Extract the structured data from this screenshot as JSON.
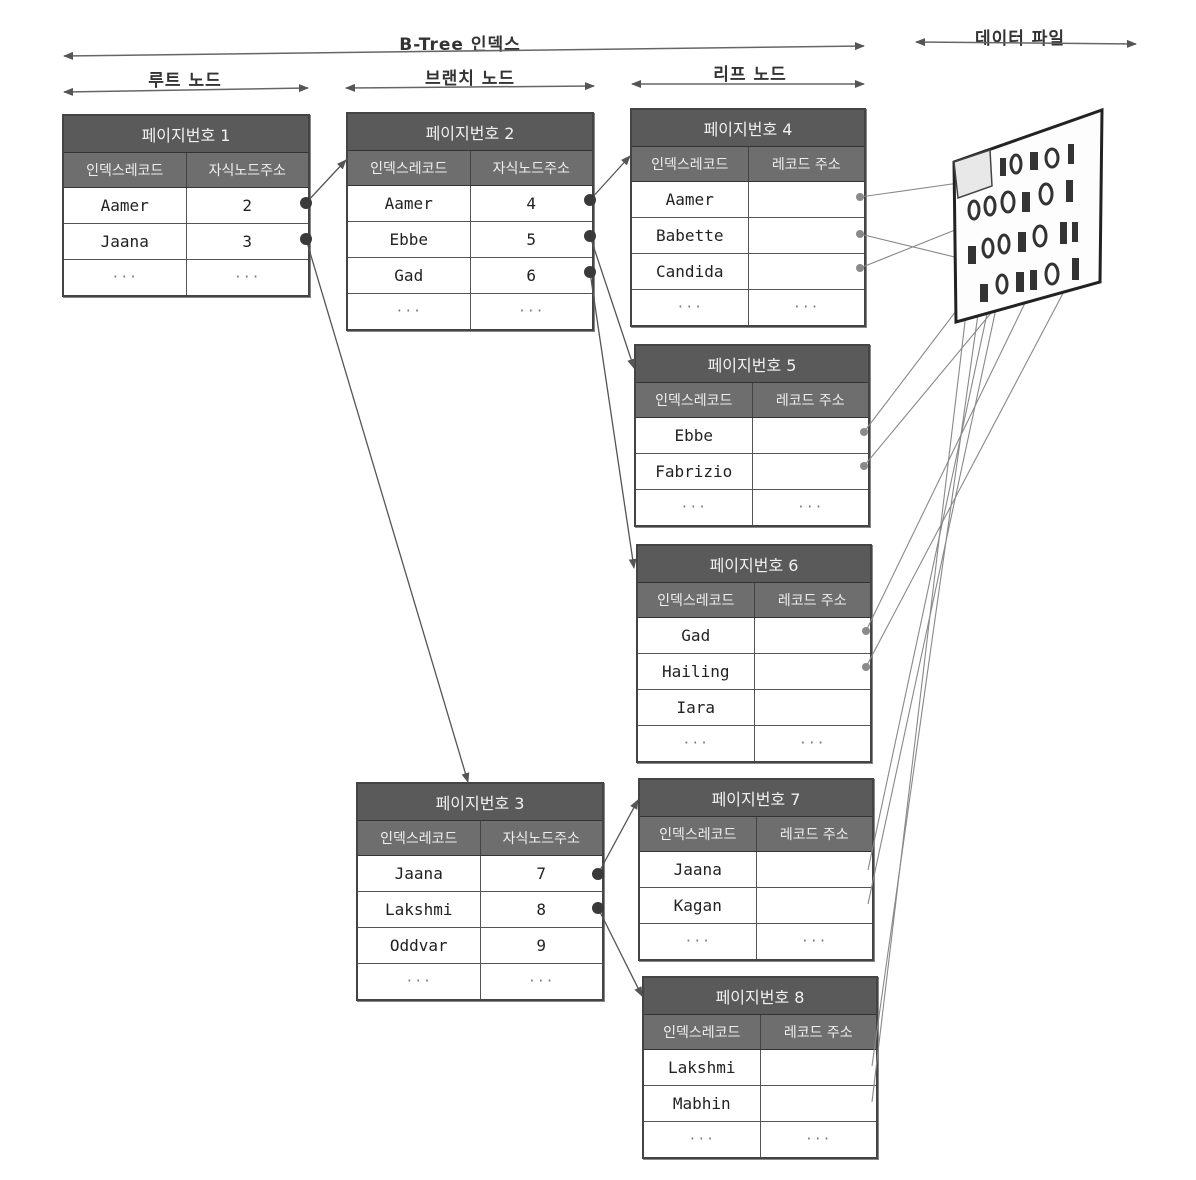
{
  "headers": {
    "btree_index": "B-Tree 인덱스",
    "data_file": "데이터 파일",
    "root_node": "루트 노드",
    "branch_node": "브랜치 노드",
    "leaf_node": "리프 노드"
  },
  "pages": {
    "p1": {
      "title": "페이지번호 1",
      "col1": "인덱스레코드",
      "col2": "자식노드주소",
      "rows": [
        [
          "Aamer",
          "2"
        ],
        [
          "Jaana",
          "3"
        ],
        [
          "···",
          "···"
        ]
      ]
    },
    "p2": {
      "title": "페이지번호 2",
      "col1": "인덱스레코드",
      "col2": "자식노드주소",
      "rows": [
        [
          "Aamer",
          "4"
        ],
        [
          "Ebbe",
          "5"
        ],
        [
          "Gad",
          "6"
        ],
        [
          "···",
          "···"
        ]
      ]
    },
    "p3": {
      "title": "페이지번호 3",
      "col1": "인덱스레코드",
      "col2": "자식노드주소",
      "rows": [
        [
          "Jaana",
          "7"
        ],
        [
          "Lakshmi",
          "8"
        ],
        [
          "Oddvar",
          "9"
        ],
        [
          "···",
          "···"
        ]
      ]
    },
    "p4": {
      "title": "페이지번호 4",
      "col1": "인덱스레코드",
      "col2": "레코드 주소",
      "rows": [
        [
          "Aamer",
          ""
        ],
        [
          "Babette",
          ""
        ],
        [
          "Candida",
          ""
        ],
        [
          "···",
          "···"
        ]
      ]
    },
    "p5": {
      "title": "페이지번호 5",
      "col1": "인덱스레코드",
      "col2": "레코드 주소",
      "rows": [
        [
          "Ebbe",
          ""
        ],
        [
          "Fabrizio",
          ""
        ],
        [
          "···",
          "···"
        ]
      ]
    },
    "p6": {
      "title": "페이지번호 6",
      "col1": "인덱스레코드",
      "col2": "레코드 주소",
      "rows": [
        [
          "Gad",
          ""
        ],
        [
          "Hailing",
          ""
        ],
        [
          "Iara",
          ""
        ],
        [
          "···",
          "···"
        ]
      ]
    },
    "p7": {
      "title": "페이지번호 7",
      "col1": "인덱스레코드",
      "col2": "레코드 주소",
      "rows": [
        [
          "Jaana",
          ""
        ],
        [
          "Kagan",
          ""
        ],
        [
          "···",
          "···"
        ]
      ]
    },
    "p8": {
      "title": "페이지번호 8",
      "col1": "인덱스레코드",
      "col2": "레코드 주소",
      "rows": [
        [
          "Lakshmi",
          ""
        ],
        [
          "Mabhin",
          ""
        ],
        [
          "···",
          "···"
        ]
      ]
    }
  },
  "colors": {
    "header_bg": "#5a5a5a",
    "colhead_bg": "#6e6e6e",
    "link": "#555555"
  }
}
